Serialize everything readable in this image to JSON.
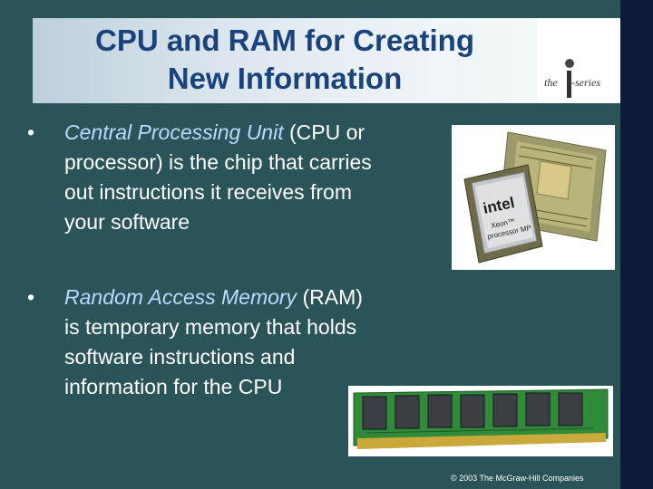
{
  "slide": {
    "title_line1": "CPU and RAM for Creating",
    "title_line2": "New Information",
    "logo": {
      "prefix": "the",
      "suffix": "-series",
      "letter": "i"
    },
    "bullets": [
      {
        "marker": "•",
        "term": "Central Processing Unit",
        "rest": " (CPU or\nprocessor) is the chip that carries\nout instructions it receives from\nyour software"
      },
      {
        "marker": "•",
        "term": "Random Access Memory",
        "rest": " (RAM)\nis temporary memory that holds\nsoftware instructions and\ninformation for the CPU"
      }
    ],
    "cpu_image": {
      "brand": "intel",
      "line1": "Xeon™",
      "line2": "processor MP"
    },
    "copyright": "© 2003 The McGraw-Hill Companies"
  },
  "colors": {
    "background": "#2b5458",
    "title": "#19437a",
    "italic_term": "#b8dcff",
    "sidebar": "#0e1b38"
  }
}
